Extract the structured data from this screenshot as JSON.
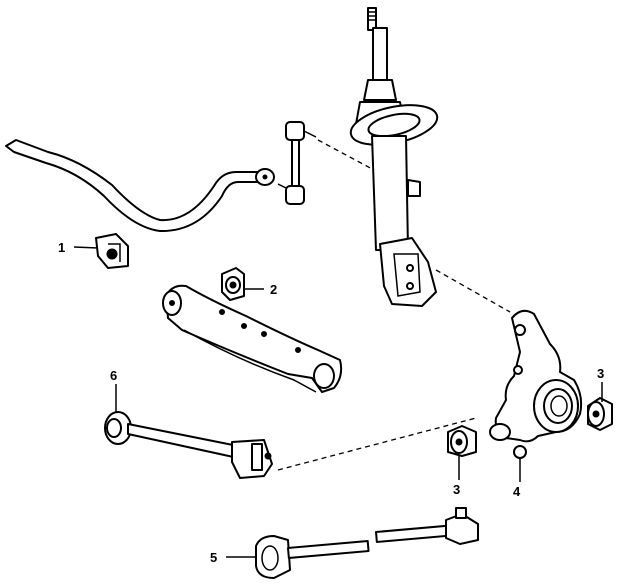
{
  "callouts": {
    "c1": "1",
    "c2": "2",
    "c3a": "3",
    "c3b": "3",
    "c4": "4",
    "c5": "5",
    "c6": "6"
  }
}
